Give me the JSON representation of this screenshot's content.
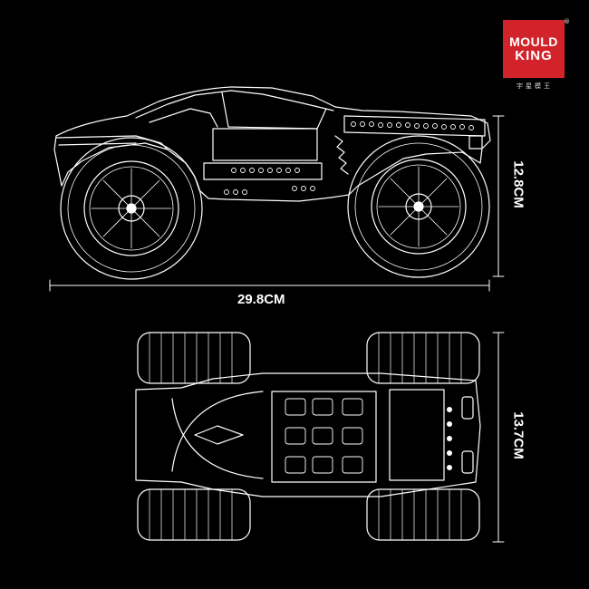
{
  "brand": {
    "logo_line1": "MOULD",
    "logo_line2": "KING",
    "registered_mark": "®",
    "chinese_name": "宇星模王",
    "color": "#d2232a"
  },
  "dimensions": {
    "side_length": "29.8CM",
    "side_height": "12.8CM",
    "top_width": "13.7CM"
  },
  "drawing": {
    "line_color": "#ffffff",
    "background": "#000000",
    "views": [
      "side-view",
      "top-view"
    ]
  }
}
